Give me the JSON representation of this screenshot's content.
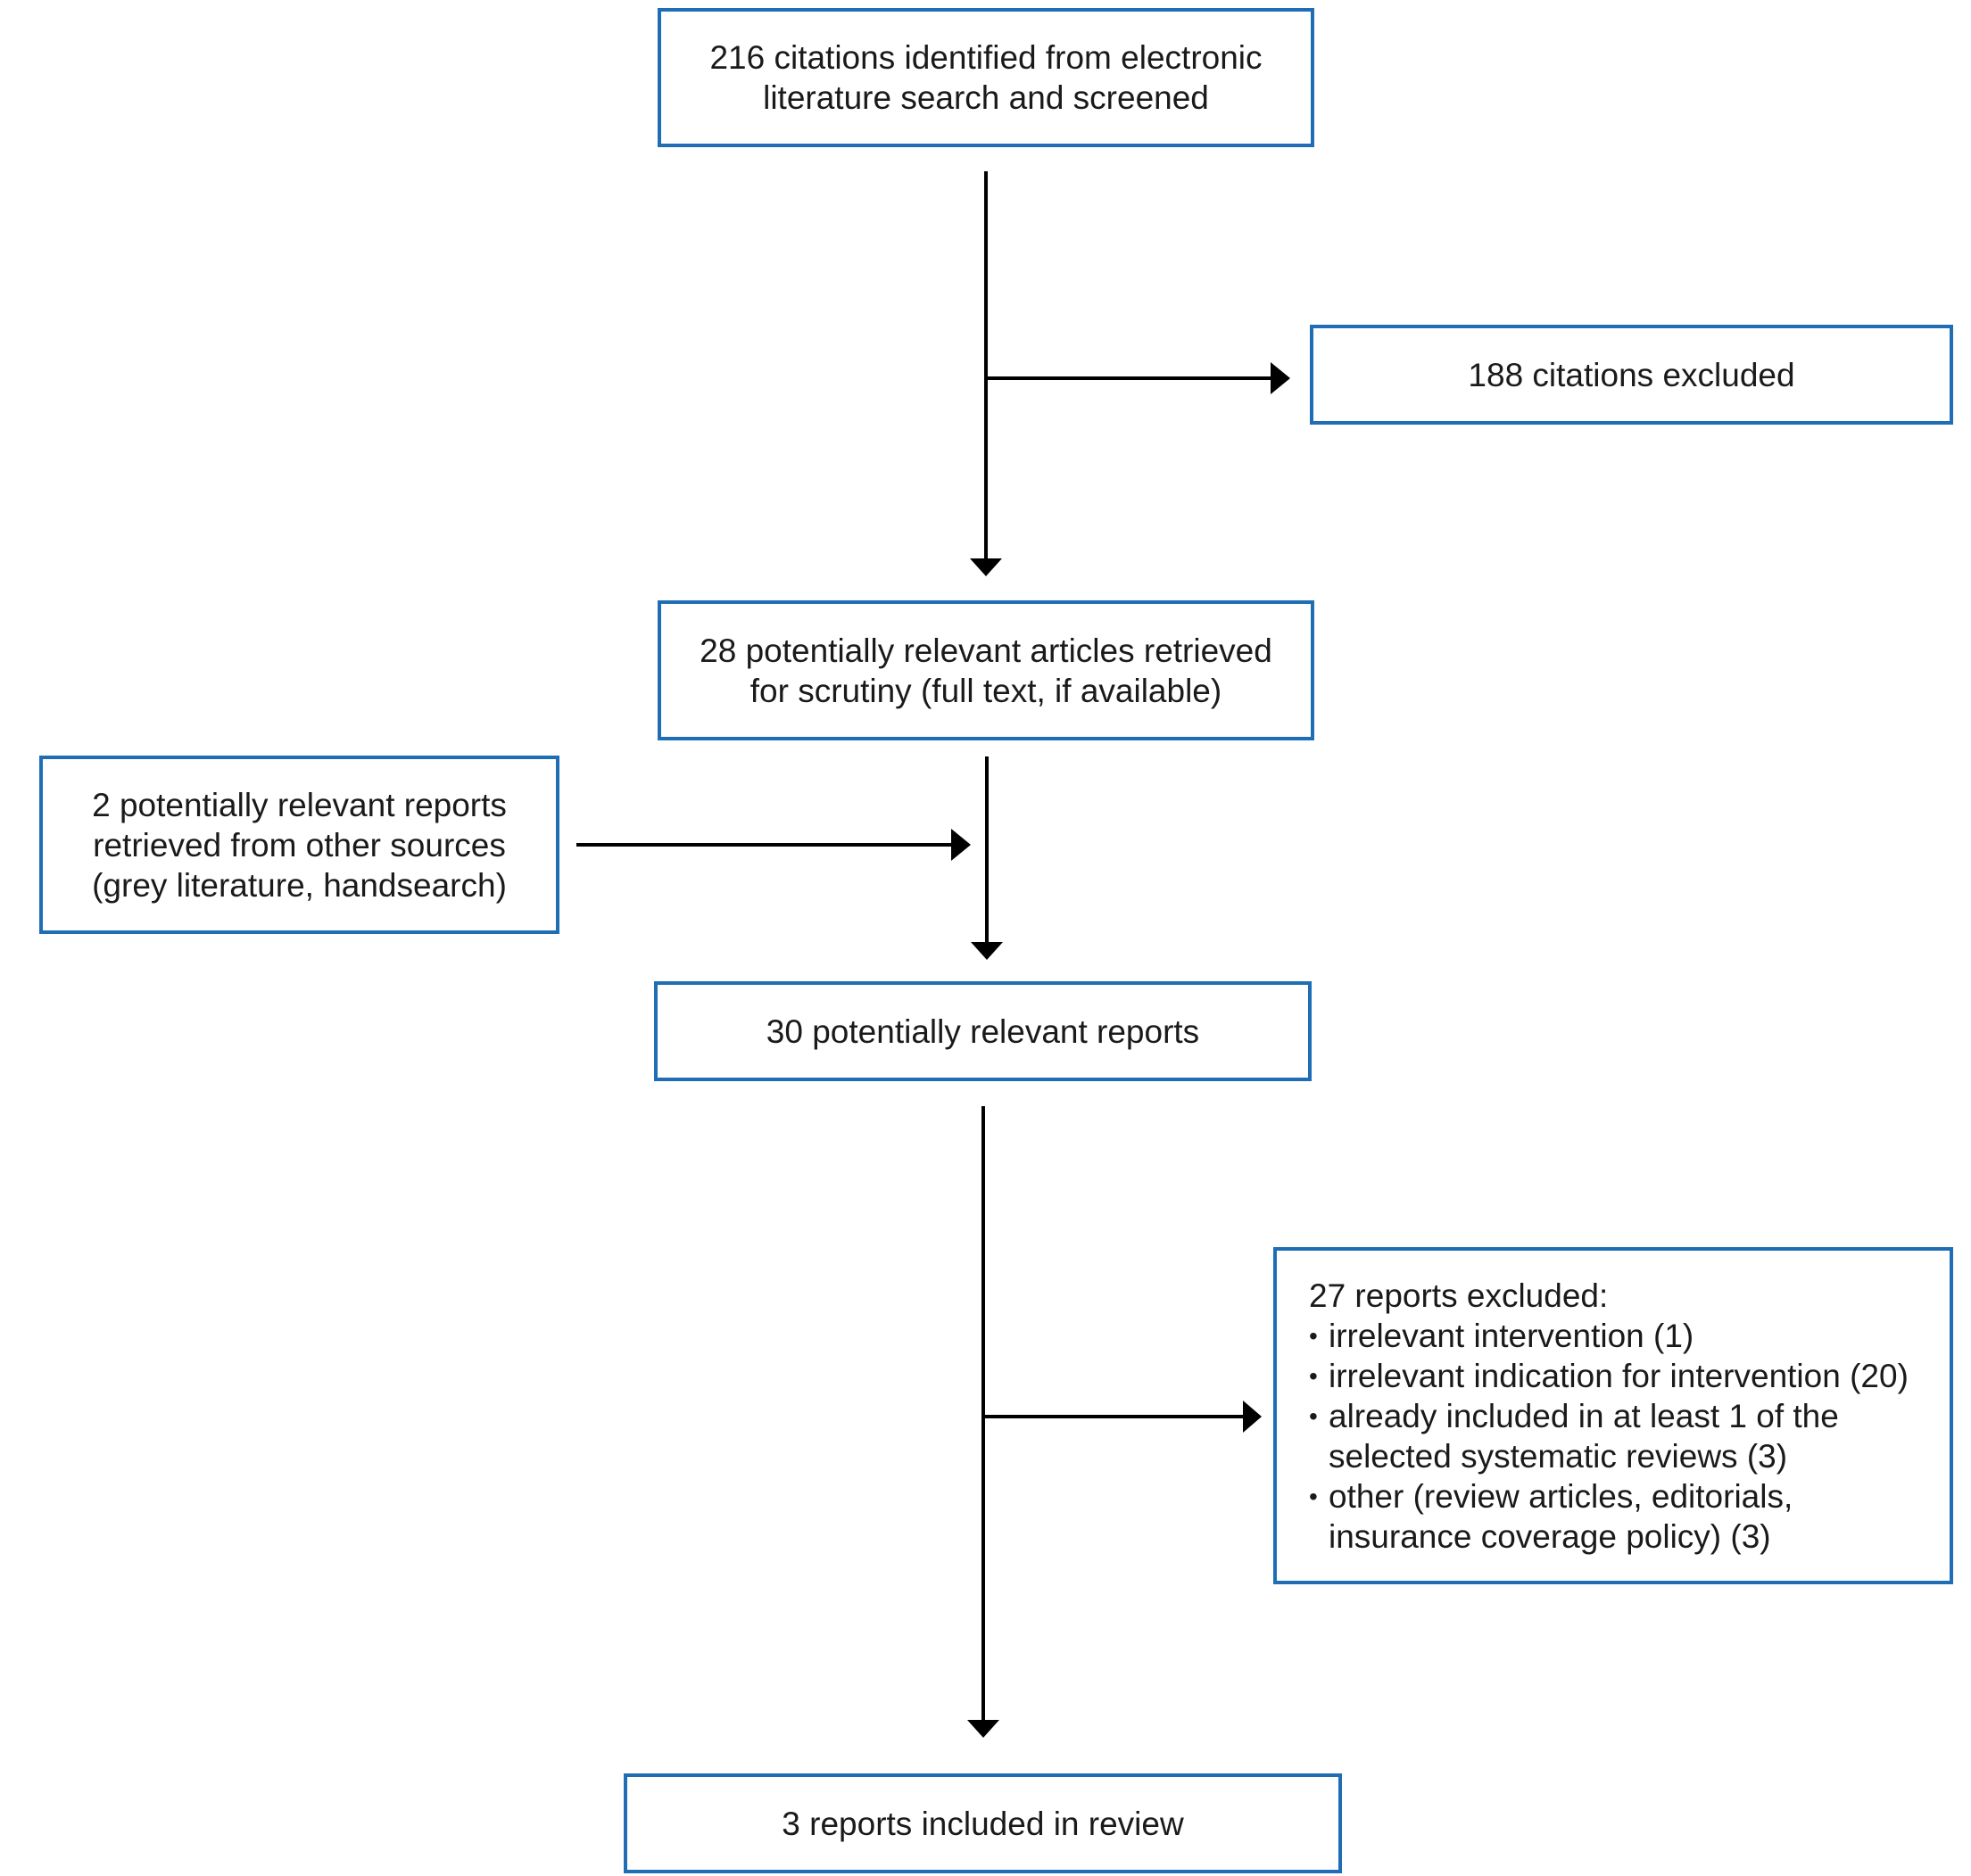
{
  "colors": {
    "box_border": "#1f6eb5",
    "connector": "#000000",
    "text": "#1a1a1a",
    "background": "#ffffff"
  },
  "boxes": {
    "identified": {
      "lines": [
        "216 citations identified from electronic",
        "literature search and screened"
      ]
    },
    "excluded_citations": {
      "lines": [
        "188 citations excluded"
      ]
    },
    "retrieved": {
      "lines": [
        "28 potentially relevant articles retrieved",
        "for scrutiny (full text, if available)"
      ]
    },
    "other_sources": {
      "lines": [
        "2 potentially relevant reports",
        "retrieved from other sources",
        "(grey literature, handsearch)"
      ]
    },
    "potentially_relevant": {
      "lines": [
        "30 potentially relevant reports"
      ]
    },
    "excluded_reports": {
      "title": "27 reports excluded:",
      "reasons": [
        [
          "irrelevant intervention (1)"
        ],
        [
          "irrelevant indication for intervention (20)"
        ],
        [
          "already included in at least 1 of the",
          "selected systematic reviews (3)"
        ],
        [
          "other (review articles, editorials,",
          "insurance coverage policy) (3)"
        ]
      ]
    },
    "included": {
      "lines": [
        "3 reports included in review"
      ]
    }
  }
}
